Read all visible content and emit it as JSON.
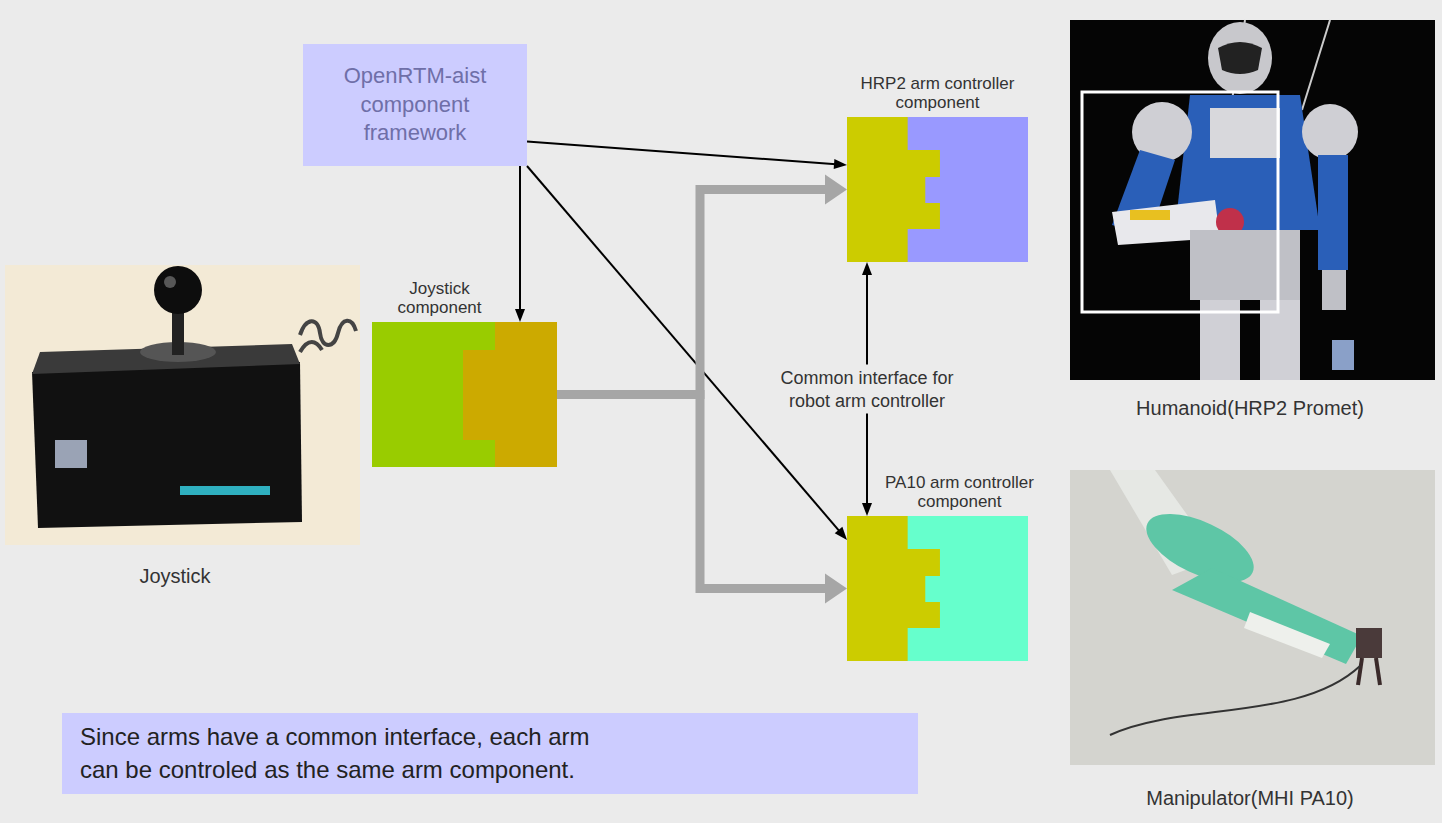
{
  "diagram": {
    "nodes": [
      {
        "text": [
          "OpenRTM-aist component framework"
        ]
      },
      {
        "text": [
          "Joystick component"
        ]
      },
      {
        "text": [
          "HRP2 arm controller component"
        ]
      },
      {
        "text": [
          "PA10 arm controller component"
        ]
      },
      {
        "text": [
          "Since arms have a common interface, each arm can be controled as the same arm component."
        ]
      }
    ],
    "edges": [
      {
        "from": 0,
        "to": 1,
        "arrow": "to"
      },
      {
        "from": 0,
        "to": 2,
        "arrow": "to"
      },
      {
        "from": 0,
        "to": 3,
        "arrow": "to"
      },
      {
        "from": 1,
        "to": 2,
        "arrow": "to"
      },
      {
        "from": 1,
        "to": 3,
        "arrow": "to"
      },
      {
        "from": 2,
        "to": 3,
        "label": "Common interface for robot arm controller",
        "arrow": "both"
      }
    ],
    "labels": [
      "Joystick",
      "Humanoid(HRP2 Promet)",
      "Manipulator(MHI PA10)"
    ]
  }
}
